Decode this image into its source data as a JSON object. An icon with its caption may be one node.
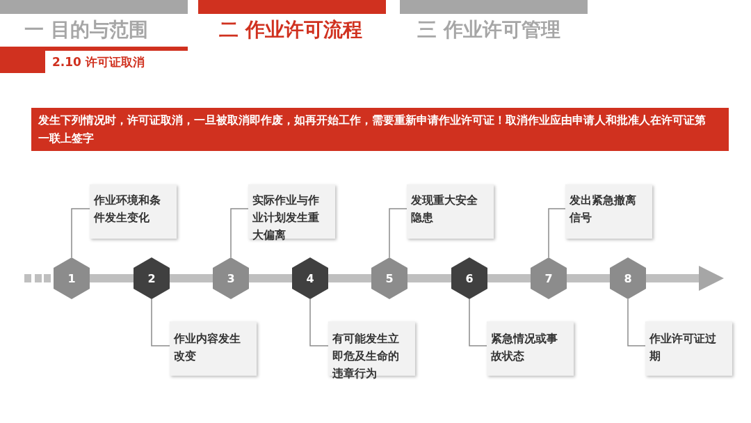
{
  "diagram": {
    "nodes": [
      {
        "text": [
          "发生下列情况时，许可证取消，一旦被取消即作废，如再开始工作，需要重新申请作业许可证！取消作业应由申请人和批准人在许可证第一联上签字"
        ]
      },
      {
        "text": [
          "1"
        ]
      },
      {
        "text": [
          "2"
        ]
      },
      {
        "text": [
          "3"
        ]
      },
      {
        "text": [
          "4"
        ]
      },
      {
        "text": [
          "5"
        ]
      },
      {
        "text": [
          "6"
        ]
      },
      {
        "text": [
          "7"
        ]
      },
      {
        "text": [
          "8"
        ]
      },
      {
        "text": [
          "作业环境和条件发生变化"
        ]
      },
      {
        "text": [
          "作业内容发生改变"
        ]
      },
      {
        "text": [
          "实际作业与作业计划发生重大偏离"
        ]
      },
      {
        "text": [
          "有可能发生立即危及生命的违章行为"
        ]
      },
      {
        "text": [
          "发现重大安全隐患"
        ]
      },
      {
        "text": [
          "紧急情况或事故状态"
        ]
      },
      {
        "text": [
          "发出紧急撤离信号"
        ]
      },
      {
        "text": [
          "作业许可证过期"
        ]
      }
    ],
    "edges": [
      {
        "from": 1,
        "to": 9,
        "arrow": "none"
      },
      {
        "from": 2,
        "to": 10,
        "arrow": "none"
      },
      {
        "from": 3,
        "to": 11,
        "arrow": "none"
      },
      {
        "from": 4,
        "to": 12,
        "arrow": "none"
      },
      {
        "from": 5,
        "to": 13,
        "arrow": "none"
      },
      {
        "from": 6,
        "to": 14,
        "arrow": "none"
      },
      {
        "from": 7,
        "to": 15,
        "arrow": "none"
      },
      {
        "from": 8,
        "to": 16,
        "arrow": "none"
      }
    ],
    "labels": [
      "一 目的与范围",
      "二 作业许可流程",
      "三 作业许可管理",
      "2.10 许可证取消"
    ]
  }
}
